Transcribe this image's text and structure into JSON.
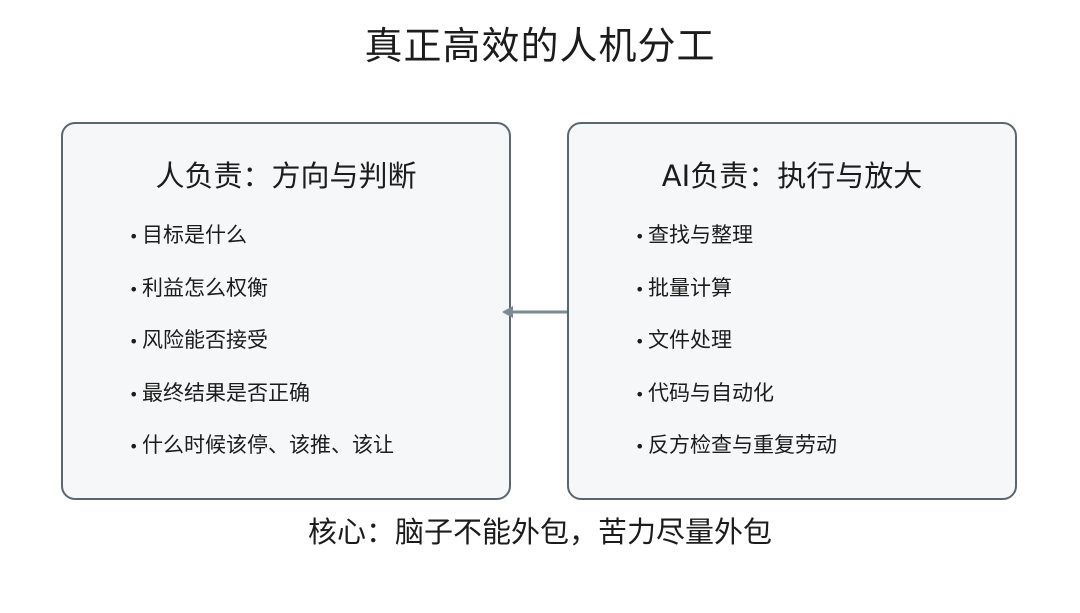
{
  "title": "真正高效的人机分工",
  "left": {
    "heading": "人负责：方向与判断",
    "items": [
      "目标是什么",
      "利益怎么权衡",
      "风险能否接受",
      "最终结果是否正确",
      "什么时候该停、该推、该让"
    ]
  },
  "right": {
    "heading": "AI负责：执行与放大",
    "items": [
      "查找与整理",
      "批量计算",
      "文件处理",
      "代码与自动化",
      "反方检查与重复劳动"
    ]
  },
  "footer": "核心：脑子不能外包，苦力尽量外包",
  "colors": {
    "border": "#5b6770",
    "panel_fill": "#f5f7f8",
    "connector": "#7b8a93"
  }
}
